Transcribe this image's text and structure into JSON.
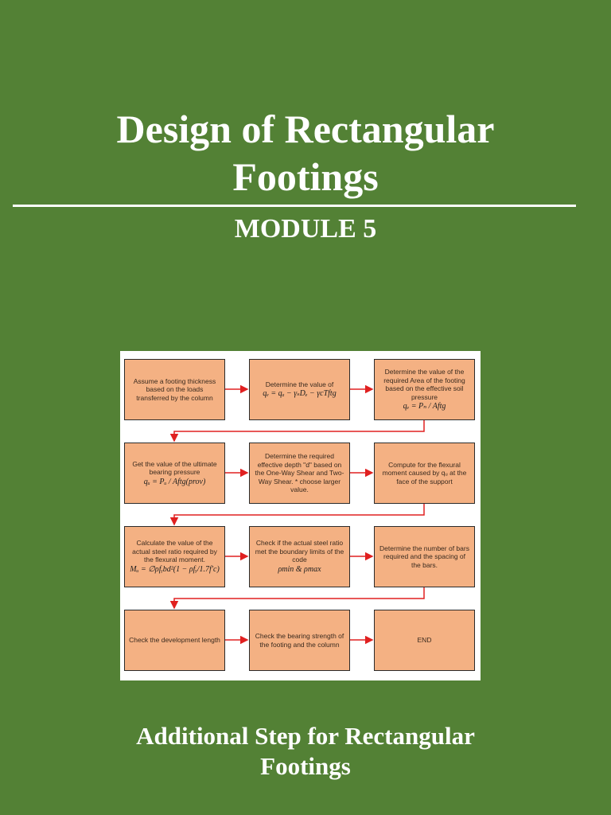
{
  "cover": {
    "title_line1": "Design of Rectangular",
    "title_line2": "Footings",
    "module": "MODULE 5",
    "footer_line1": "Additional Step for Rectangular",
    "footer_line2": "Footings",
    "background_color": "#538135"
  },
  "flowchart": {
    "box_color": "#f4b183",
    "arrow_color": "#e02020",
    "steps": [
      {
        "text": "Assume a footing thickness based on the loads transferred by the column",
        "eq": ""
      },
      {
        "text": "Determine the value of",
        "eq": "qₑ = qₐ − γₛDₑ − γcTftg"
      },
      {
        "text": "Determine the value of the required Area of the footing based on the effective soil pressure",
        "eq": "qₑ = Pₙ / Aftg"
      },
      {
        "text": "Get the value of the ultimate bearing pressure",
        "eq": "qᵤ = Pᵤ / Aftg(prov)"
      },
      {
        "text": "Determine the required effective depth \"d\" based on the One-Way Shear and Two-Way Shear. * choose larger value.",
        "eq": ""
      },
      {
        "text": "Compute for the flexural moment caused by qᵤ at the face of the support",
        "eq": ""
      },
      {
        "text": "Calculate the value of the actual steel ratio required by the flexural moment.",
        "eq": "Mᵤ = ∅ρfᵧbd²(1 − ρfᵧ/1.7f′c)"
      },
      {
        "text": "Check if the actual steel ratio met the boundary limits of the code",
        "eq": "ρmin & ρmax"
      },
      {
        "text": "Determine the number of bars required and the spacing of the bars.",
        "eq": ""
      },
      {
        "text": "Check the development length",
        "eq": ""
      },
      {
        "text": "Check the bearing strength of the footing and the column",
        "eq": ""
      },
      {
        "text": "END",
        "eq": ""
      }
    ]
  }
}
